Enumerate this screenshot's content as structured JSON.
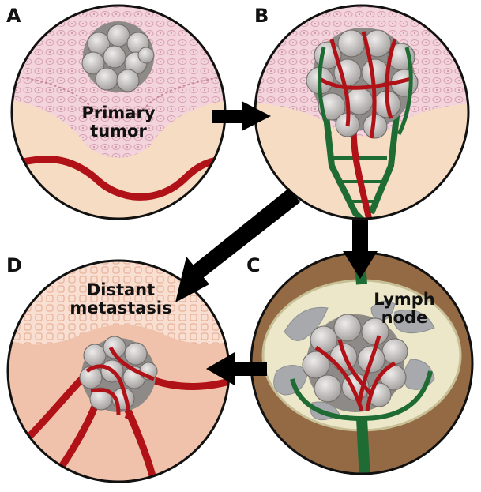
{
  "panels": {
    "a": {
      "letter": "A",
      "label_line1": "Primary",
      "label_line2": "tumor"
    },
    "b": {
      "letter": "B"
    },
    "c": {
      "letter": "C",
      "label_line1": "Lymph",
      "label_line2": "node"
    },
    "d": {
      "letter": "D",
      "label_line1": "Distant",
      "label_line2": "metastasis"
    }
  },
  "colors": {
    "skin_pink": "#f3d3dc",
    "tissue_peach": "#f6dcc3",
    "vessel_red": "#b01218",
    "lymph_green": "#1e6b34",
    "node_brown": "#946a45",
    "node_cream": "#ece7c9",
    "node_gray": "#a7a9ad",
    "cell_gray": "#c4c2c0",
    "distant_salmon": "#f1c2ab",
    "arrow": "#000000"
  }
}
